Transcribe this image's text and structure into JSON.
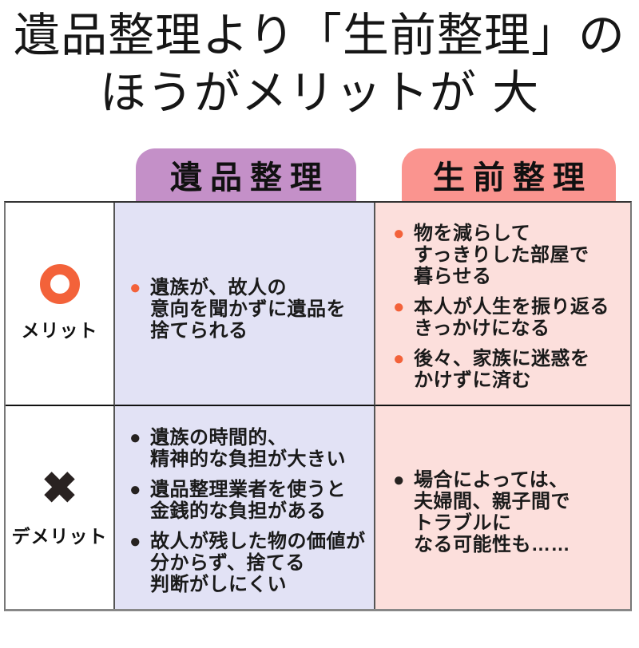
{
  "title": {
    "line1": "遺品整理より「生前整理」の",
    "line2": "ほうがメリットが 大"
  },
  "glyphs": {
    "bullet": "●",
    "cross": "✖"
  },
  "header_tabs": [
    {
      "id": "ihin-seiri",
      "label": "遺品整理",
      "bg": "#c490c8"
    },
    {
      "id": "seizen-seiri",
      "label": "生前整理",
      "bg": "#fa948f"
    }
  ],
  "rows": [
    {
      "label": "メリット",
      "icon": "orange-circle-icon",
      "cells": [
        {
          "column": "遺品整理",
          "items": [
            {
              "text": "遺族が、故人の\n意向を聞かずに遺品を\n捨てられる"
            }
          ]
        },
        {
          "column": "生前整理",
          "items": [
            {
              "text": "物を減らして\nすっきりした部屋で\n暮らせる"
            },
            {
              "text": "本人が人生を振り返る\nきっかけになる"
            },
            {
              "text": "後々、家族に迷惑を\nかけずに済む"
            }
          ]
        }
      ]
    },
    {
      "label": "デメリット",
      "icon": "black-cross-icon",
      "cells": [
        {
          "column": "遺品整理",
          "items": [
            {
              "text": "遺族の時間的、\n精神的な負担が大きい"
            },
            {
              "text": "遺品整理業者を使うと\n金銭的な負担がある"
            },
            {
              "text": "故人が残した物の価値が\n分からず、捨てる\n判断がしにくい"
            }
          ]
        },
        {
          "column": "生前整理",
          "items": [
            {
              "text": "場合によっては、\n夫婦間、親子間で\nトラブルに\nなる可能性も……"
            }
          ]
        }
      ]
    }
  ],
  "colors": {
    "tab_ihin_bg": "#c490c8",
    "tab_seizen_bg": "#fa948f",
    "cell_ihin_bg": "#e2e2f5",
    "cell_seizen_bg": "#fcdfdc",
    "merit_accent": "#f3623a",
    "demerit_mark": "#292221",
    "text": "#1a1a1a"
  }
}
